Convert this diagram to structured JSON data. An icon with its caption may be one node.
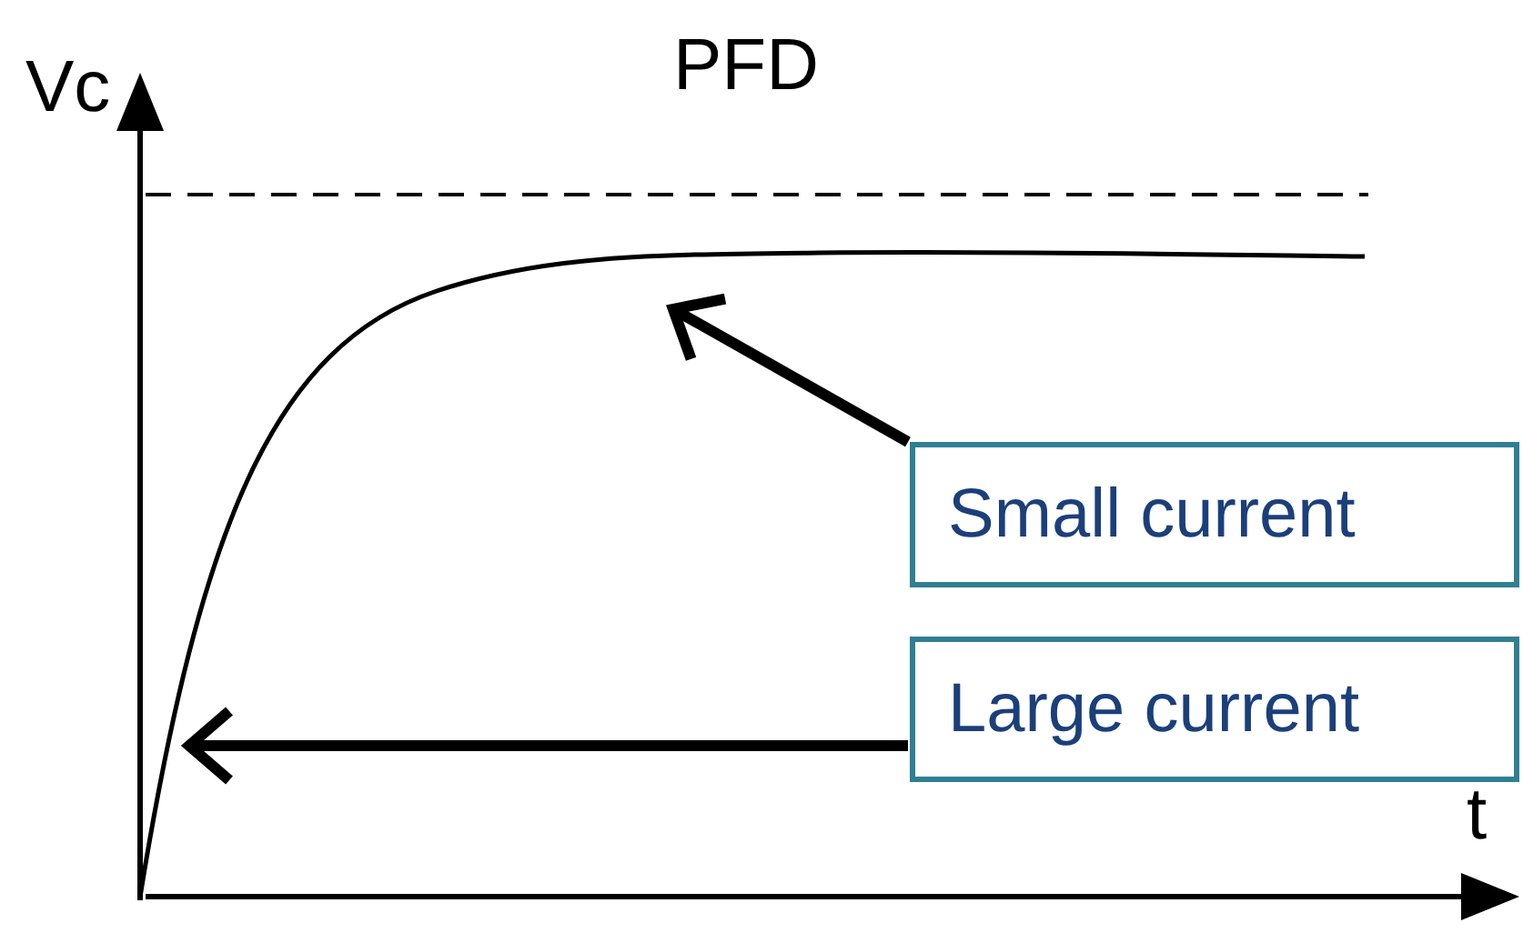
{
  "diagram": {
    "title": "PFD",
    "nodes": [
      {
        "text": [
          "Small current"
        ]
      },
      {
        "text": [
          "Large current"
        ]
      },
      {
        "text": [],
        "shape": "curve"
      }
    ],
    "edges": [
      {
        "from": 0,
        "to": 2,
        "arrow": "to"
      },
      {
        "from": 1,
        "to": 2,
        "arrow": "to"
      }
    ],
    "labels": [
      "Vc",
      "t"
    ]
  }
}
